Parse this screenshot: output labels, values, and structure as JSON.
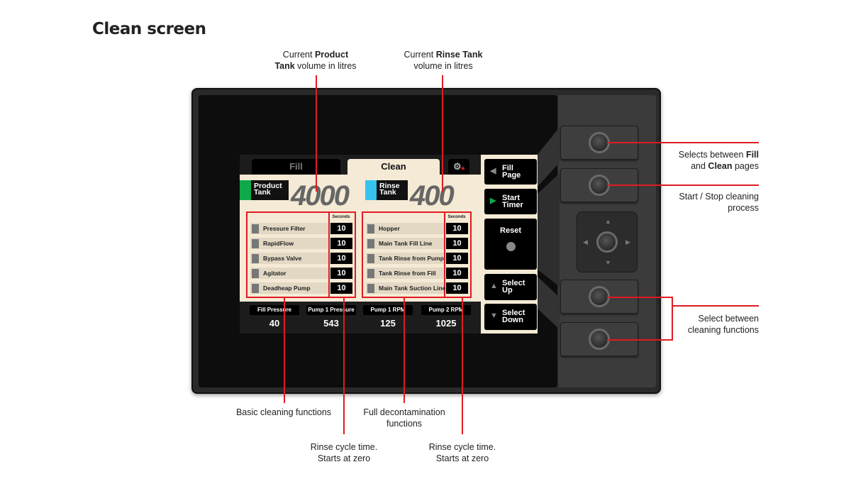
{
  "title": "Clean screen",
  "annotations": {
    "product_tank": {
      "pre": "Current ",
      "b1": "Product",
      "b2": "Tank",
      "post": " volume in litres"
    },
    "rinse_tank": {
      "pre": "Current ",
      "b1": "Rinse Tank",
      "post": "volume in litres"
    },
    "fill_clean": {
      "pre": "Selects between ",
      "b1": "Fill",
      "mid": "and ",
      "b2": "Clean",
      "post": " pages"
    },
    "start_stop": {
      "l1": "Start / Stop cleaning",
      "l2": "process"
    },
    "select_between": {
      "l1": "Select between",
      "l2": "cleaning functions"
    },
    "basic": "Basic cleaning functions",
    "full": {
      "l1": "Full decontamination",
      "l2": "functions"
    },
    "rinse1": {
      "l1": "Rinse cycle time.",
      "l2": "Starts at zero"
    },
    "rinse2": {
      "l1": "Rinse cycle time.",
      "l2": "Starts at zero"
    }
  },
  "screen": {
    "tabs": {
      "fill": "Fill",
      "clean": "Clean"
    },
    "lock_icon": "gear-lock-icon",
    "product_tank": {
      "l1": "Product",
      "l2": "Tank",
      "volume": "4000",
      "color": "#0fa84a"
    },
    "rinse_tank": {
      "l1": "Rinse",
      "l2": "Tank",
      "volume": "400",
      "color": "#36c3f0"
    },
    "seconds_label": "Seconds",
    "basic_functions": [
      {
        "name": "Pressure Filter",
        "seconds": "10"
      },
      {
        "name": "RapidFlow",
        "seconds": "10"
      },
      {
        "name": "Bypass Valve",
        "seconds": "10"
      },
      {
        "name": "Agitator",
        "seconds": "10"
      },
      {
        "name": "Deadheap Pump",
        "seconds": "10"
      }
    ],
    "full_functions": [
      {
        "name": "Hopper",
        "seconds": "10"
      },
      {
        "name": "Main Tank Fill Line",
        "seconds": "10"
      },
      {
        "name": "Tank Rinse from Pump",
        "seconds": "10"
      },
      {
        "name": "Tank Rinse from Fill",
        "seconds": "10"
      },
      {
        "name": "Main Tank Suction Line",
        "seconds": "10"
      }
    ],
    "stats": [
      {
        "label": "Fill Pressure",
        "value": "40"
      },
      {
        "label": "Pump 1 Pressure",
        "value": "543"
      },
      {
        "label": "Pump 1 RPM",
        "value": "125"
      },
      {
        "label": "Pump 2 RPM",
        "value": "1025"
      }
    ],
    "softkeys": {
      "fill_l1": "Fill",
      "fill_l2": "Page",
      "start_l1": "Start",
      "start_l2": "Timer",
      "reset": "Reset",
      "up_l1": "Select",
      "up_l2": "Up",
      "down_l1": "Select",
      "down_l2": "Down"
    }
  }
}
